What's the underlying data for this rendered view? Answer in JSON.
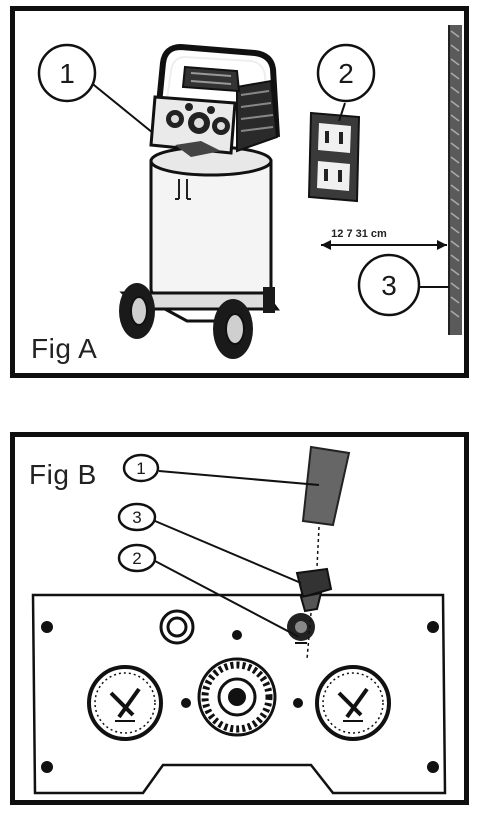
{
  "figure_a": {
    "label": "Fig A",
    "callouts": [
      "1",
      "2",
      "3"
    ],
    "clearance": "12 7 31 cm"
  },
  "figure_b": {
    "label": "Fig B",
    "callouts": [
      "1",
      "3",
      "2"
    ]
  }
}
